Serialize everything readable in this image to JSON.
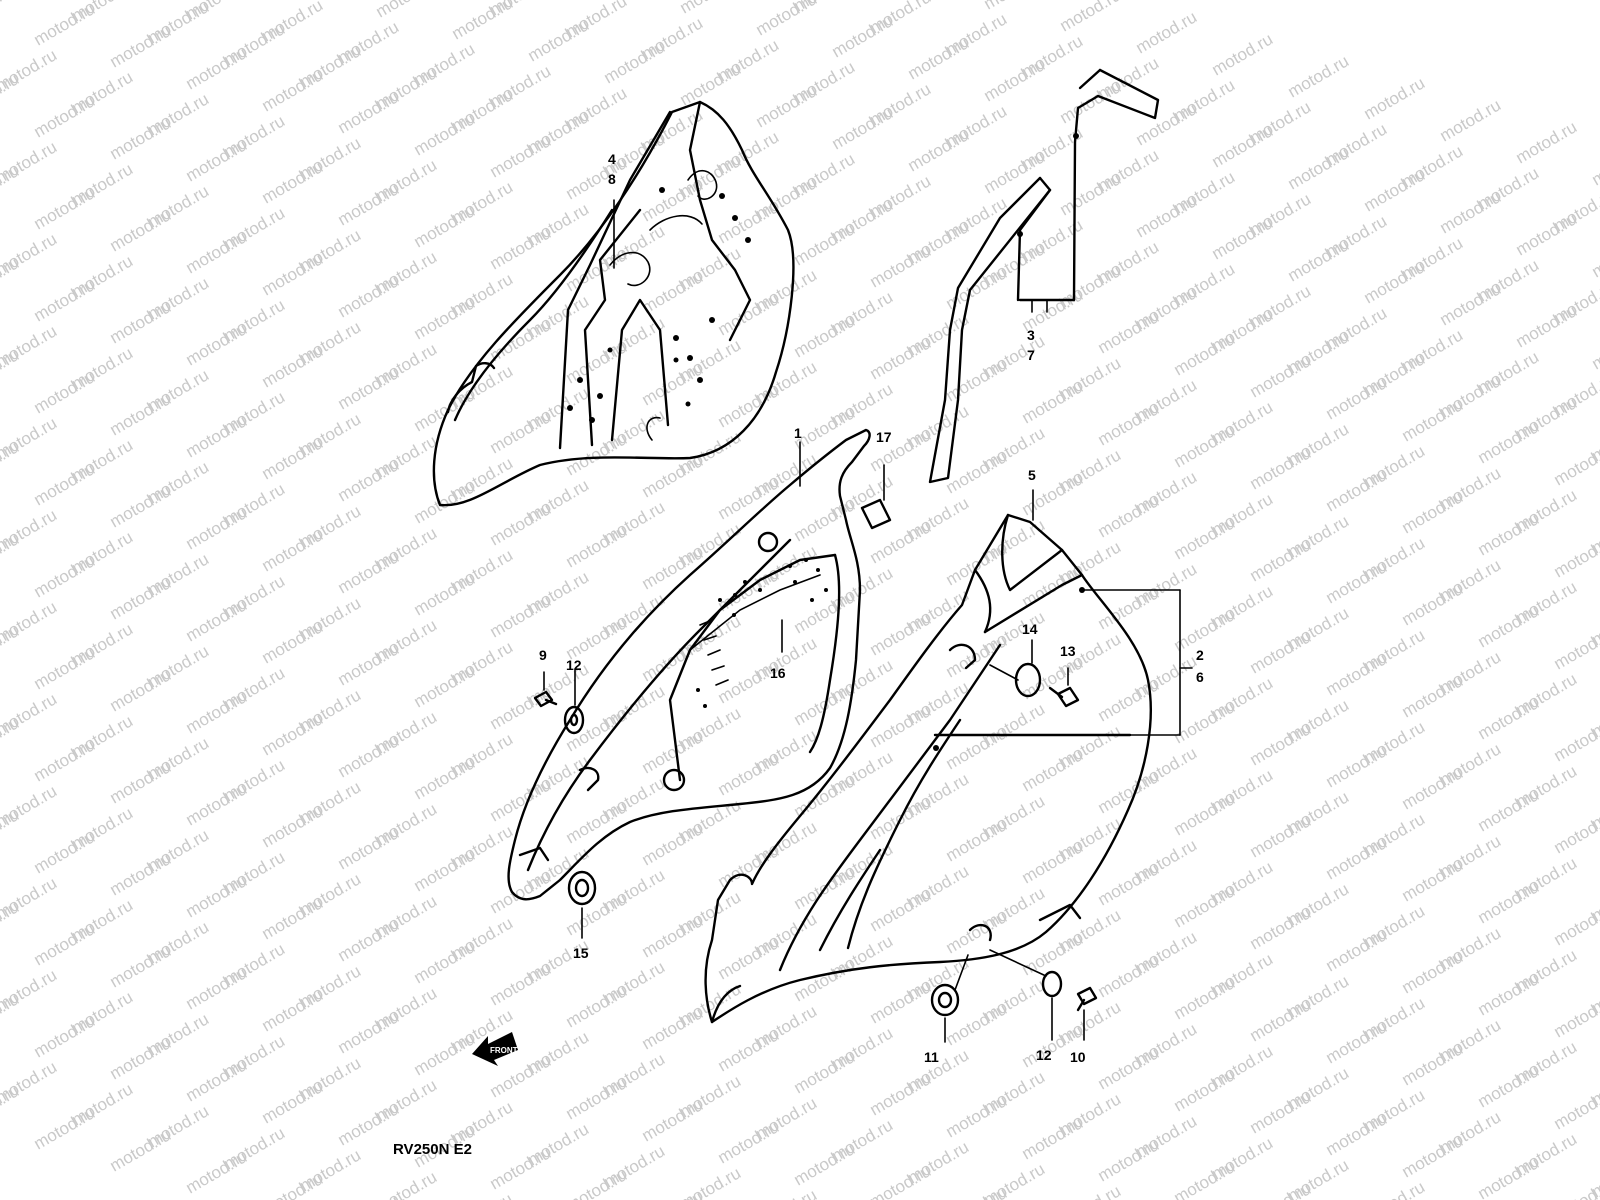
{
  "watermark": "motod.ru",
  "model_label": "RV250N E2",
  "callouts": {
    "c1": "1",
    "c2": "2",
    "c3": "3",
    "c4": "4",
    "c5": "5",
    "c6": "6",
    "c7": "7",
    "c8": "8",
    "c9": "9",
    "c10": "10",
    "c11": "11",
    "c12a": "12",
    "c12b": "12",
    "c13": "13",
    "c14": "14",
    "c15": "15",
    "c16": "16",
    "c17": "17"
  },
  "icons": {
    "direction_arrow": "front-direction-arrow-icon"
  }
}
